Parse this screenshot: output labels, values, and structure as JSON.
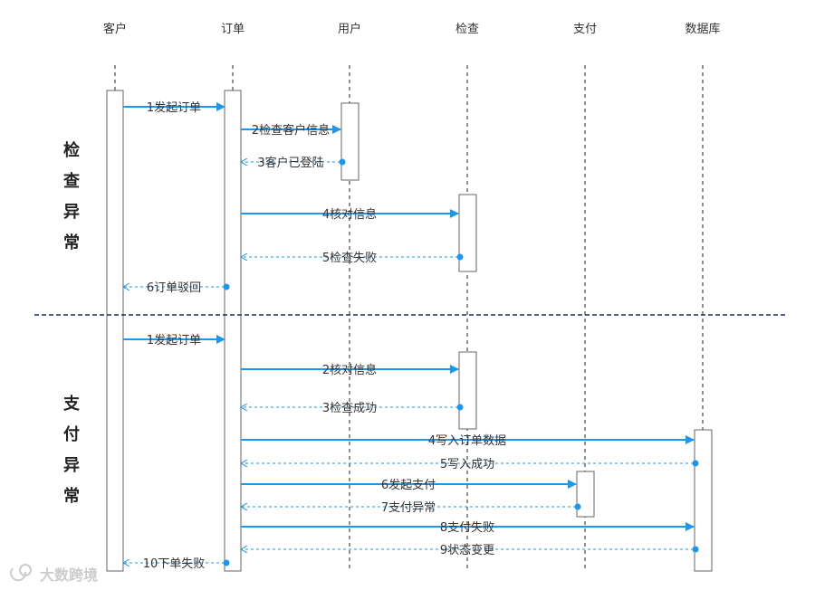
{
  "participants": [
    {
      "id": "customer",
      "name": "客户"
    },
    {
      "id": "order",
      "name": "订单"
    },
    {
      "id": "user",
      "name": "用户"
    },
    {
      "id": "check",
      "name": "检查"
    },
    {
      "id": "payment",
      "name": "支付"
    },
    {
      "id": "database",
      "name": "数据库"
    }
  ],
  "sections": [
    {
      "id": "check-exception",
      "chars": [
        "检",
        "查",
        "异",
        "常"
      ]
    },
    {
      "id": "payment-exception",
      "chars": [
        "支",
        "付",
        "异",
        "常"
      ]
    }
  ],
  "messages": [
    {
      "section": "check-exception",
      "label": "1发起订单",
      "from": "customer",
      "to": "order",
      "style": "solid"
    },
    {
      "section": "check-exception",
      "label": "2检查客户信息",
      "from": "order",
      "to": "user",
      "style": "solid"
    },
    {
      "section": "check-exception",
      "label": "3客户已登陆",
      "from": "user",
      "to": "order",
      "style": "dashed"
    },
    {
      "section": "check-exception",
      "label": "4核对信息",
      "from": "order",
      "to": "check",
      "style": "solid"
    },
    {
      "section": "check-exception",
      "label": "5检查失败",
      "from": "check",
      "to": "order",
      "style": "dashed"
    },
    {
      "section": "check-exception",
      "label": "6订单驳回",
      "from": "order",
      "to": "customer",
      "style": "dashed"
    },
    {
      "section": "payment-exception",
      "label": "1发起订单",
      "from": "customer",
      "to": "order",
      "style": "solid"
    },
    {
      "section": "payment-exception",
      "label": "2核对信息",
      "from": "order",
      "to": "check",
      "style": "solid"
    },
    {
      "section": "payment-exception",
      "label": "3检查成功",
      "from": "check",
      "to": "order",
      "style": "dashed"
    },
    {
      "section": "payment-exception",
      "label": "4写入订单数据",
      "from": "order",
      "to": "database",
      "style": "solid"
    },
    {
      "section": "payment-exception",
      "label": "5写入成功",
      "from": "database",
      "to": "order",
      "style": "dashed"
    },
    {
      "section": "payment-exception",
      "label": "6发起支付",
      "from": "order",
      "to": "payment",
      "style": "solid"
    },
    {
      "section": "payment-exception",
      "label": "7支付异常",
      "from": "payment",
      "to": "order",
      "style": "dashed"
    },
    {
      "section": "payment-exception",
      "label": "8支付失败",
      "from": "order",
      "to": "database",
      "style": "solid"
    },
    {
      "section": "payment-exception",
      "label": "9状态变更",
      "from": "database",
      "to": "order",
      "style": "dashed"
    },
    {
      "section": "payment-exception",
      "label": "10下单失败",
      "from": "order",
      "to": "customer",
      "style": "dashed"
    }
  ],
  "watermark": {
    "text": "大数跨境"
  },
  "colors": {
    "arrow": "#1a97f0",
    "divider": "#1b2a6b",
    "lifeline": "#555555"
  }
}
